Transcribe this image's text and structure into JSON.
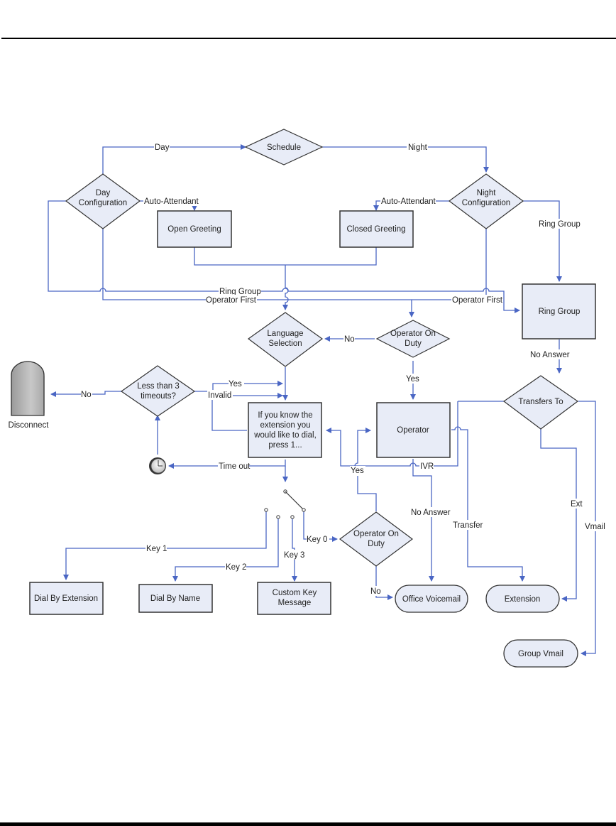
{
  "nodes": {
    "schedule": "Schedule",
    "day_config": [
      "Day",
      "Configuration"
    ],
    "night_config": [
      "Night",
      "Configuration"
    ],
    "open_greeting": "Open Greeting",
    "closed_greeting": "Closed Greeting",
    "ring_group": "Ring Group",
    "language_selection": [
      "Language",
      "Selection"
    ],
    "operator_on_duty_top": [
      "Operator On",
      "Duty"
    ],
    "transfers_to": "Transfers To",
    "less_than_3": [
      "Less than 3",
      "timeouts?"
    ],
    "ivr_prompt": [
      "If you know the",
      "extension you",
      "would like to dial,",
      "press 1..."
    ],
    "operator": "Operator",
    "disconnect": "Disconnect",
    "operator_on_duty_bottom": [
      "Operator On",
      "Duty"
    ],
    "dial_by_extension": "Dial By Extension",
    "dial_by_name": "Dial By Name",
    "custom_key_message": [
      "Custom Key",
      "Message"
    ],
    "office_voicemail": "Office Voicemail",
    "extension": "Extension",
    "group_vmail": "Group Vmail"
  },
  "labels": {
    "day": "Day",
    "night": "Night",
    "auto_attendant_day": "Auto-Attendant",
    "auto_attendant_night": "Auto-Attendant",
    "ring_group_night": "Ring Group",
    "ring_group_day": "Ring Group",
    "operator_first_left": "Operator First",
    "operator_first_right": "Operator First",
    "no_to_language": "No",
    "yes_to_operator": "Yes",
    "no_answer_ring": "No Answer",
    "no_disconnect": "No",
    "yes_retry": "Yes",
    "invalid": "Invalid",
    "time_out": "Time out",
    "yes_operator_bottom": "Yes",
    "ivr": "IVR",
    "no_answer_operator": "No Answer",
    "transfer": "Transfer",
    "ext": "Ext",
    "vmail": "Vmail",
    "key_0": "Key 0",
    "key_1": "Key 1",
    "key_2": "Key 2",
    "key_3": "Key 3",
    "no_bottom": "No"
  },
  "colors": {
    "connector": "#4a66c4",
    "node_fill": "#e8ecf7",
    "node_stroke": "#333333"
  }
}
